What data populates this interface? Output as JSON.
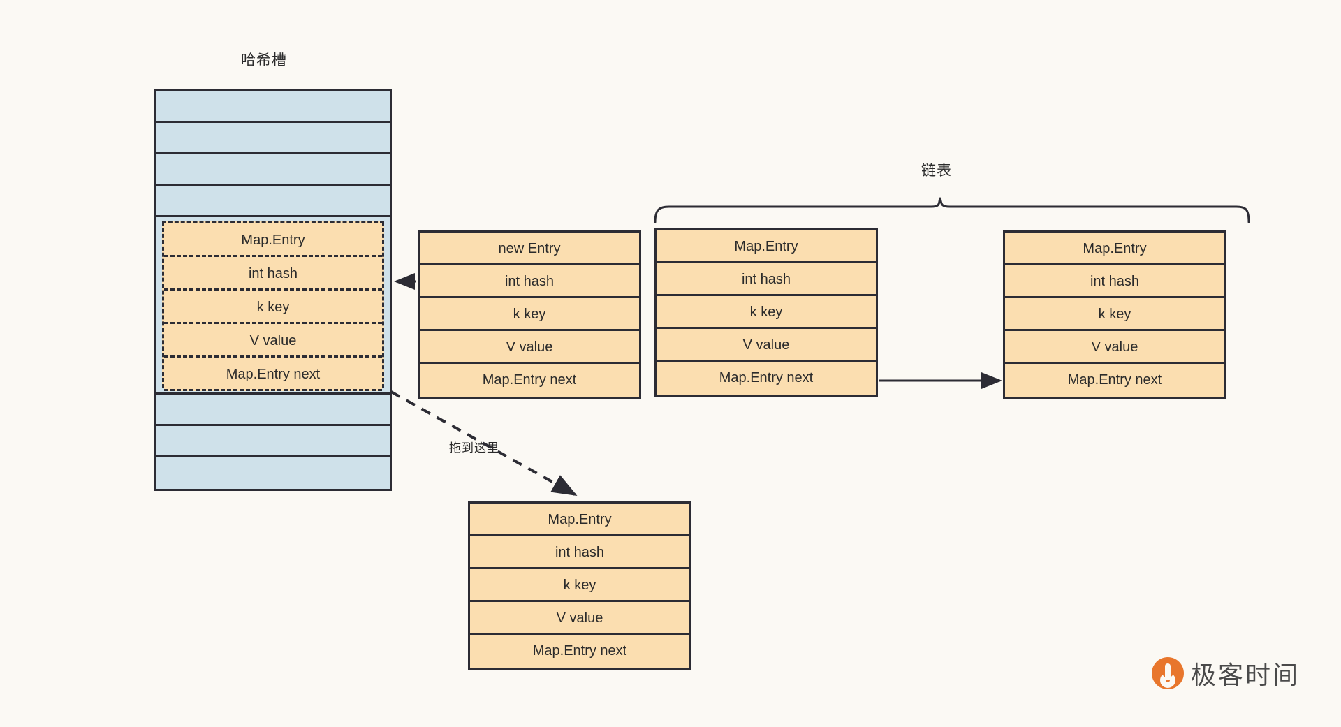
{
  "page": {
    "background_color": "#fbf9f4",
    "entry_fill_color": "#fbdeb0",
    "slot_fill_color": "#cfe1ea",
    "stroke_color": "#2c2c34"
  },
  "labels": {
    "hash_slot_title": "哈希槽",
    "linked_list_title": "链表",
    "drag_here": "拖到这里"
  },
  "hash_slot": {
    "title": "哈希槽",
    "cells_above": [
      "",
      "",
      "",
      ""
    ],
    "cells_below": [
      "",
      "",
      ""
    ],
    "embedded_entry": {
      "rows": [
        "Map.Entry",
        "int hash",
        "k key",
        "V value",
        "Map.Entry next"
      ]
    }
  },
  "new_entry": {
    "rows": [
      "new Entry",
      "int hash",
      "k key",
      "V value",
      "Map.Entry next"
    ]
  },
  "linked_list": {
    "title": "链表",
    "nodes": [
      {
        "rows": [
          "Map.Entry",
          "int hash",
          "k key",
          "V value",
          "Map.Entry next"
        ]
      },
      {
        "rows": [
          "Map.Entry",
          "int hash",
          "k key",
          "V value",
          "Map.Entry next"
        ]
      }
    ]
  },
  "dropped_entry": {
    "rows": [
      "Map.Entry",
      "int hash",
      "k key",
      "V value",
      "Map.Entry next"
    ]
  },
  "logo": {
    "text": "极客时间",
    "mark_color": "#e8762c"
  }
}
